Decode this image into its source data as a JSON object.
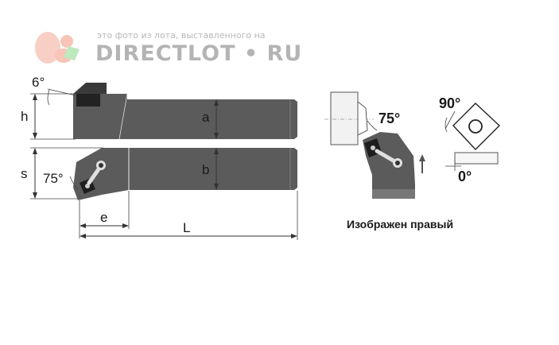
{
  "watermark": {
    "line1": "это фото из лота, выставленного на",
    "site": "DIRECTLOT • RU"
  },
  "labels": {
    "angle_top": "6°",
    "h": "h",
    "a": "a",
    "s": "s",
    "angle_side": "75°",
    "b": "b",
    "e": "e",
    "L": "L",
    "angle_right": "75°",
    "angle_insert": "90°",
    "angle_zero": "0°"
  },
  "caption": "Изображен правый"
}
